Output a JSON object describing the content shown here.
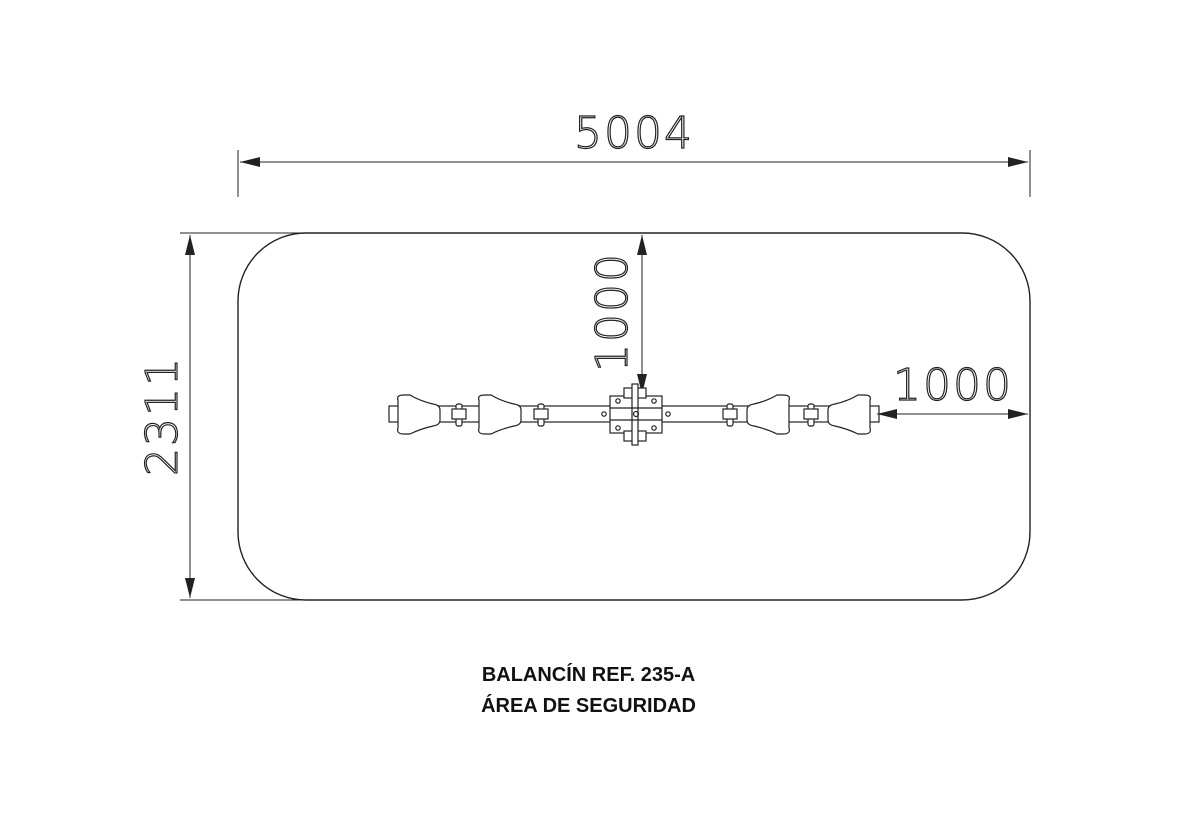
{
  "dimensions": {
    "length": "5004",
    "width": "2311",
    "clearance_side": "1000",
    "clearance_end": "1000"
  },
  "caption": {
    "line1": "BALANCÍN REF. 235-A",
    "line2": "ÁREA DE SEGURIDAD"
  },
  "colors": {
    "line": "#222222",
    "background": "#ffffff"
  }
}
